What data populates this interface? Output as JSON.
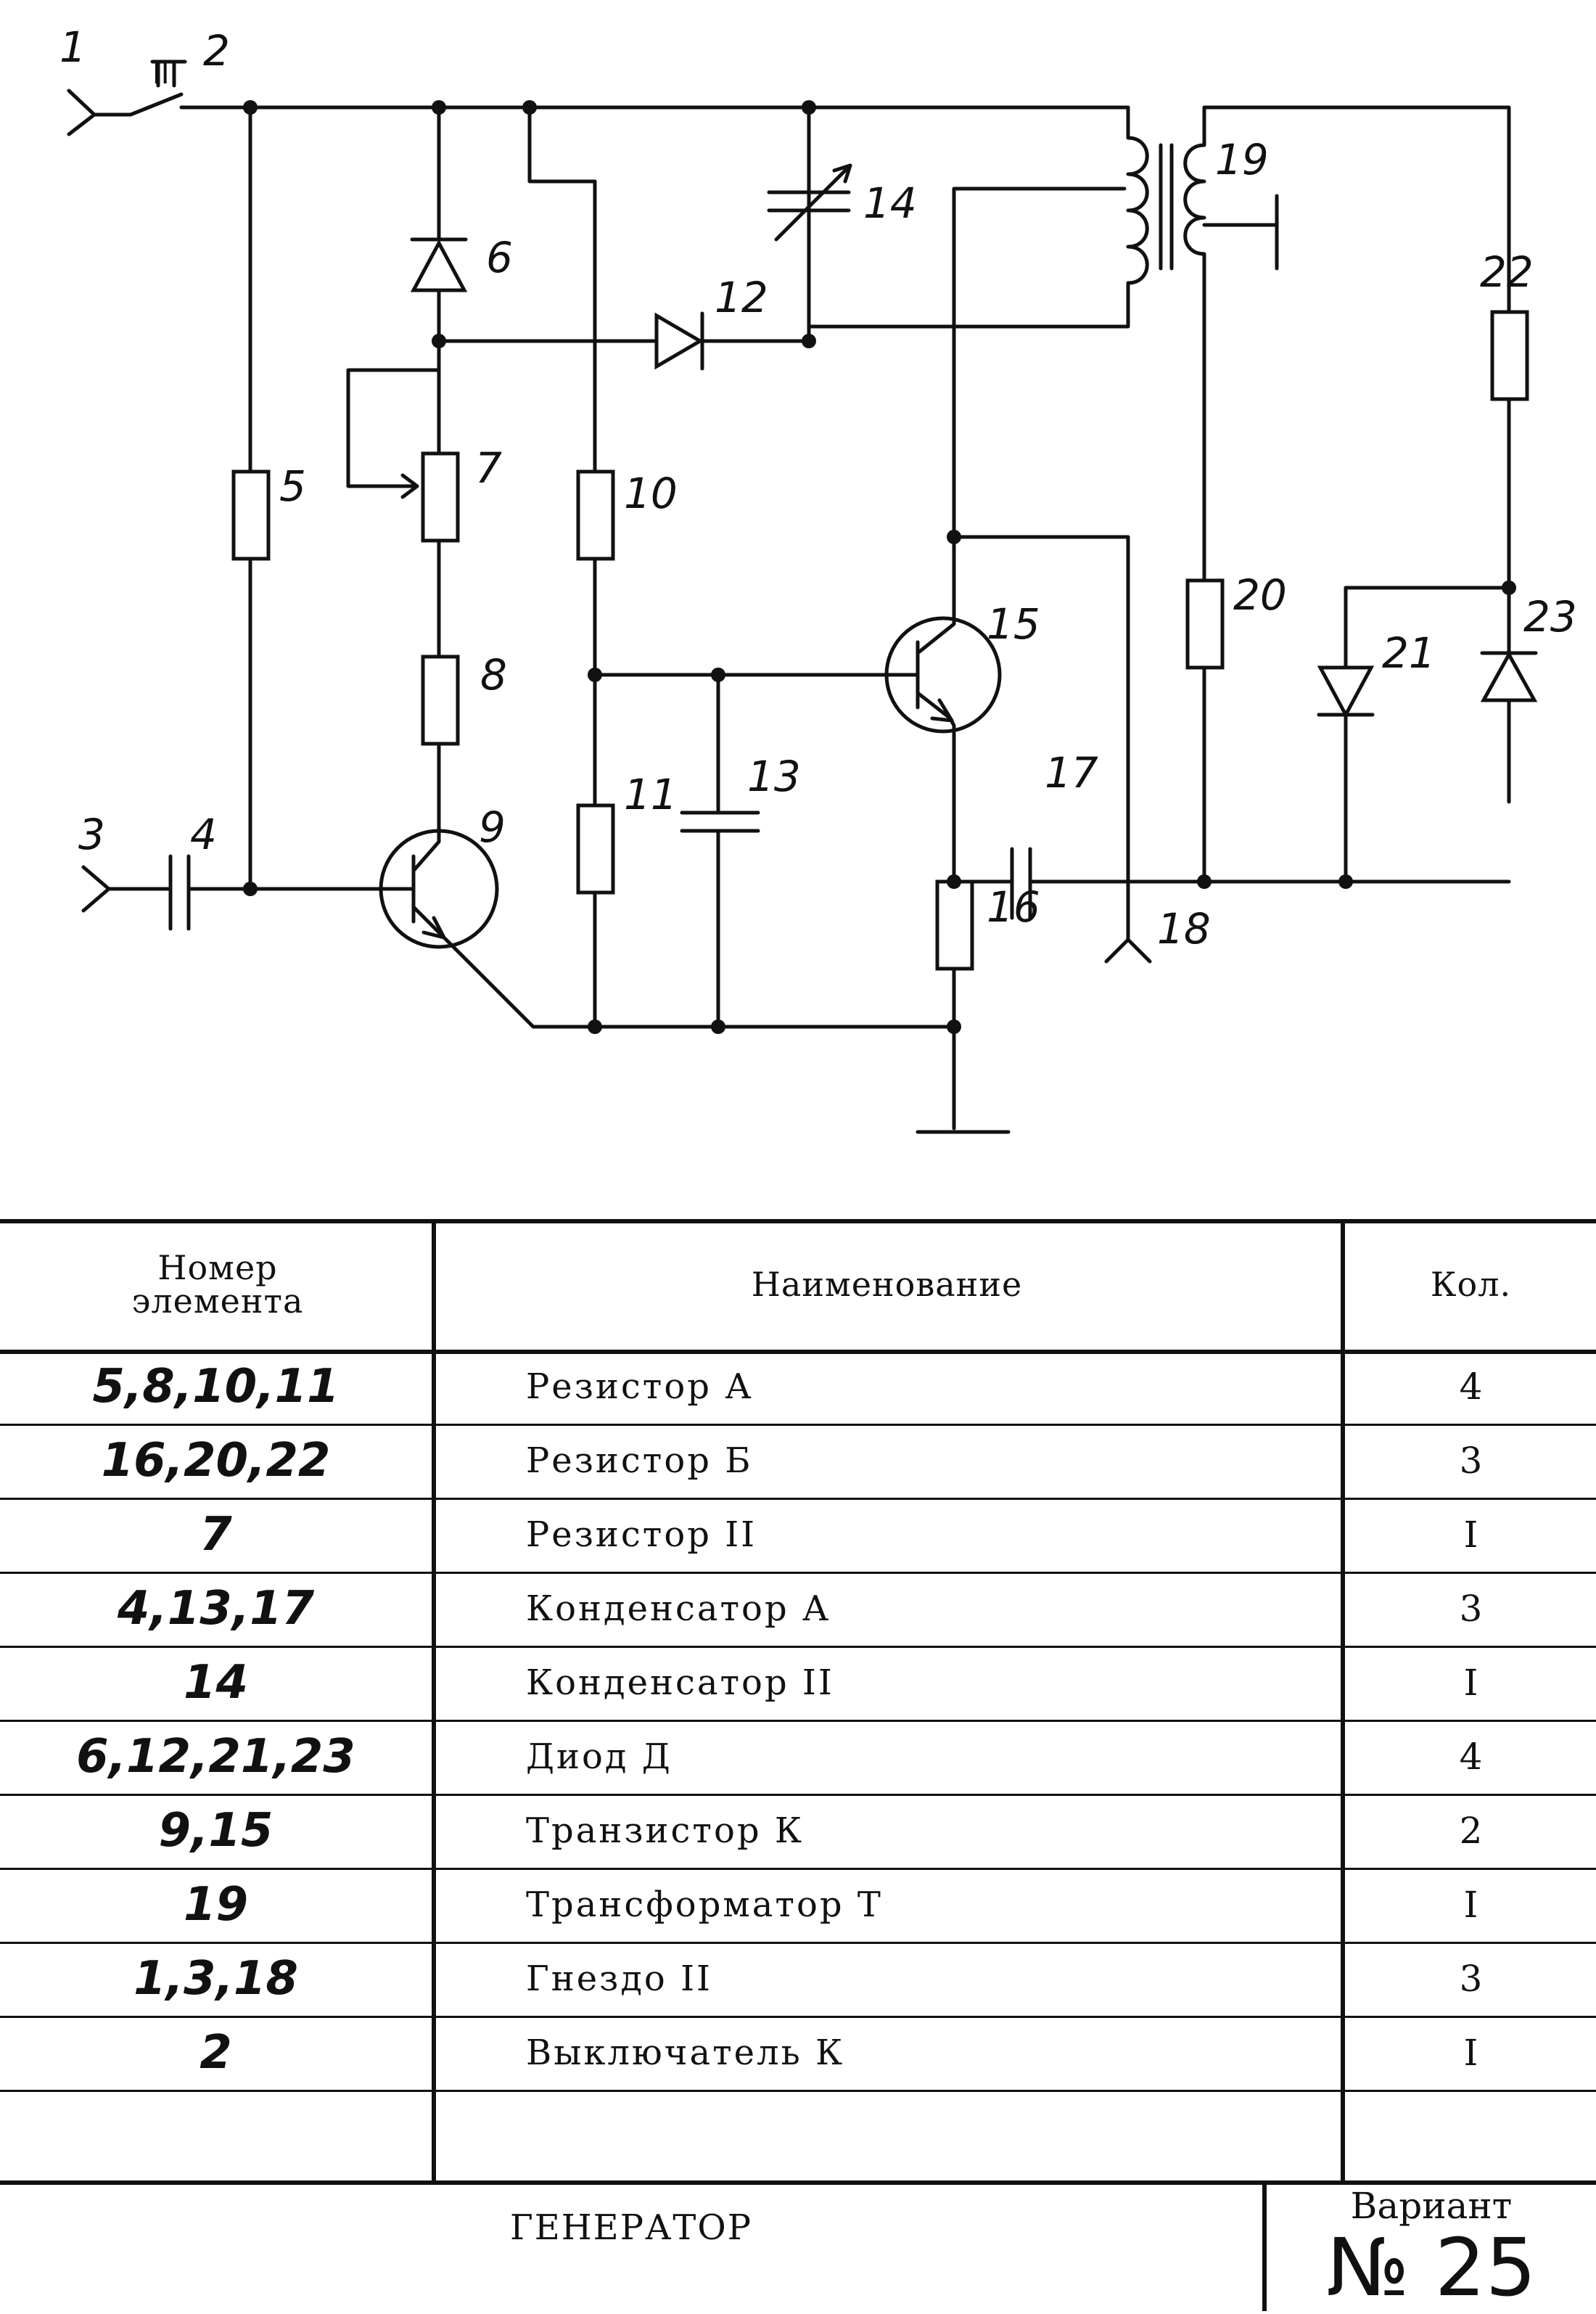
{
  "schematic": {
    "labels": {
      "n1": "1",
      "n2": "2",
      "n3": "3",
      "n4": "4",
      "n5": "5",
      "n6": "6",
      "n7": "7",
      "n8": "8",
      "n9": "9",
      "n10": "10",
      "n11": "11",
      "n12": "12",
      "n13": "13",
      "n14": "14",
      "n15": "15",
      "n16": "16",
      "n17": "17",
      "n18": "18",
      "n19": "19",
      "n20": "20",
      "n21": "21",
      "n22": "22",
      "n23": "23",
      "switch_mark": "II"
    }
  },
  "table": {
    "headers": {
      "number": "Номер элемента",
      "name": "Наименование",
      "qty": "Кол."
    },
    "rows": [
      {
        "number": "5,8,10,11",
        "name": "Резистор А",
        "qty": "4"
      },
      {
        "number": "16,20,22",
        "name": "Резистор Б",
        "qty": "3"
      },
      {
        "number": "7",
        "name": "Резистор II",
        "qty": "I"
      },
      {
        "number": "4,13,17",
        "name": "Конденсатор А",
        "qty": "3"
      },
      {
        "number": "14",
        "name": "Конденсатор II",
        "qty": "I"
      },
      {
        "number": "6,12,21,23",
        "name": "Диод Д",
        "qty": "4"
      },
      {
        "number": "9,15",
        "name": "Транзистор К",
        "qty": "2"
      },
      {
        "number": "19",
        "name": "Трансформатор Т",
        "qty": "I"
      },
      {
        "number": "1,3,18",
        "name": "Гнездо II",
        "qty": "3"
      },
      {
        "number": "2",
        "name": "Выключатель К",
        "qty": "I"
      }
    ],
    "footer": {
      "title": "ГЕНЕРАТОР",
      "variant_label": "Вариант",
      "variant_number": "№ 25"
    }
  }
}
